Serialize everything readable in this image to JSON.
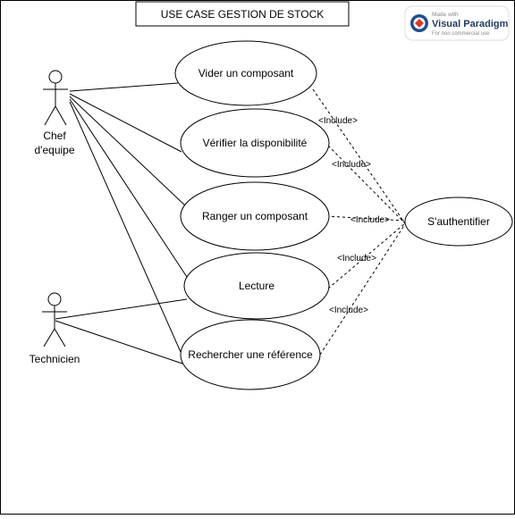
{
  "diagram": {
    "title": "USE CASE GESTION DE STOCK",
    "watermark": {
      "made_with": "Made with",
      "brand": "Visual Paradigm",
      "note": "For non commercial use"
    },
    "actors": {
      "chef": {
        "line1": "Chef",
        "line2": "d'equipe"
      },
      "technicien": {
        "label": "Technicien"
      }
    },
    "use_cases": {
      "vider": "Vider un composant",
      "verifier": "Vérifier la disponibilité",
      "ranger": "Ranger un composant",
      "lecture": "Lecture",
      "rechercher": "Rechercher une référence",
      "authentifier": "S'authentifier"
    },
    "include_label": "<Include>"
  },
  "colors": {
    "stroke": "#000000",
    "background": "#ffffff",
    "brand_blue": "#1f4e8c",
    "brand_red": "#d9362b"
  }
}
